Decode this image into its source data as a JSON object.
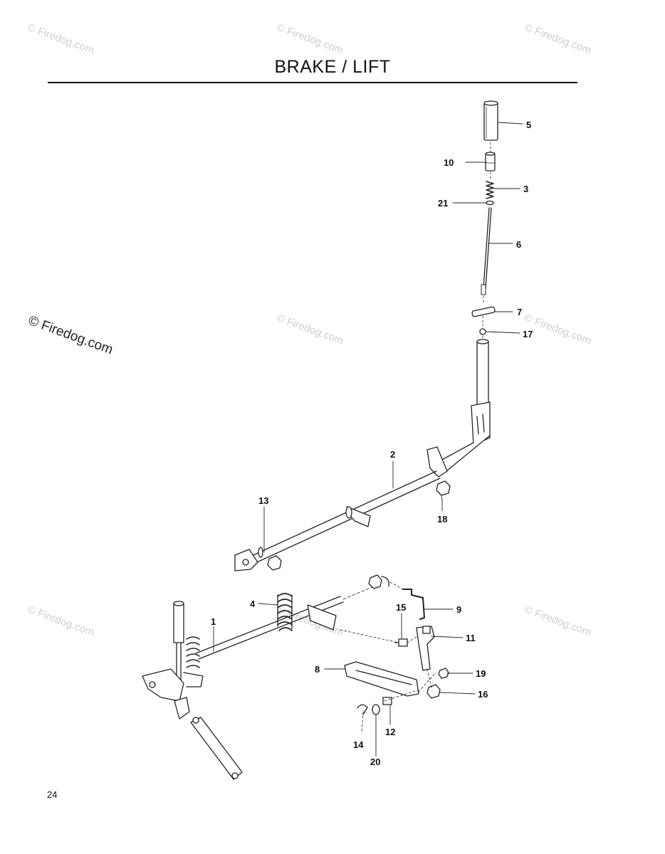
{
  "title": "BRAKE / LIFT",
  "page_number": "24",
  "watermark": "© Firedog.com",
  "callouts": [
    {
      "id": "c5",
      "label": "5"
    },
    {
      "id": "c10",
      "label": "10"
    },
    {
      "id": "c3",
      "label": "3"
    },
    {
      "id": "c21",
      "label": "21"
    },
    {
      "id": "c6",
      "label": "6"
    },
    {
      "id": "c7",
      "label": "7"
    },
    {
      "id": "c17",
      "label": "17"
    },
    {
      "id": "c2",
      "label": "2"
    },
    {
      "id": "c13",
      "label": "13"
    },
    {
      "id": "c18",
      "label": "18"
    },
    {
      "id": "c4",
      "label": "4"
    },
    {
      "id": "c15",
      "label": "15"
    },
    {
      "id": "c9",
      "label": "9"
    },
    {
      "id": "c1",
      "label": "1"
    },
    {
      "id": "c11",
      "label": "11"
    },
    {
      "id": "c8",
      "label": "8"
    },
    {
      "id": "c19",
      "label": "19"
    },
    {
      "id": "c16",
      "label": "16"
    },
    {
      "id": "c14",
      "label": "14"
    },
    {
      "id": "c12",
      "label": "12"
    },
    {
      "id": "c20",
      "label": "20"
    }
  ]
}
